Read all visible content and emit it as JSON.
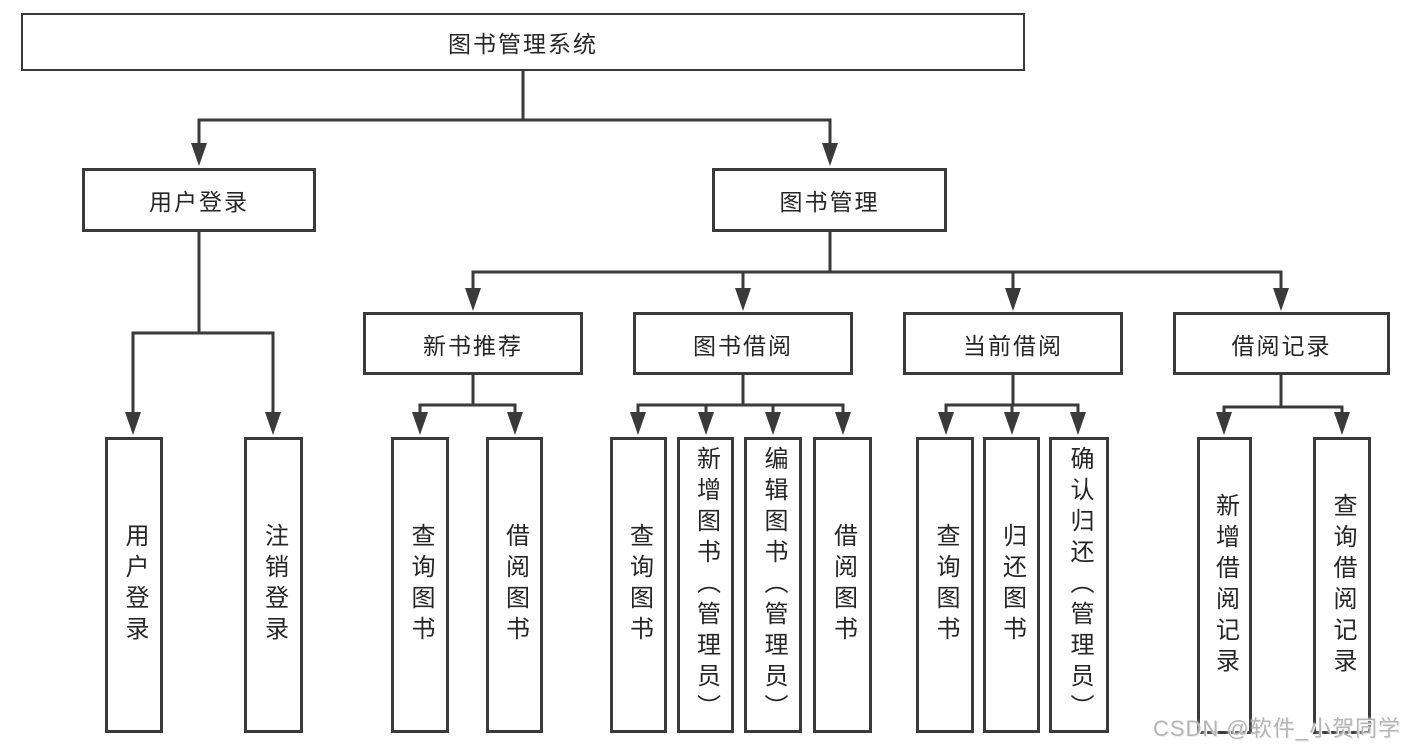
{
  "tree": {
    "label": "图书管理系统",
    "children": [
      {
        "label": "用户登录",
        "children": [
          {
            "label": "用户登录"
          },
          {
            "label": "注销登录"
          }
        ]
      },
      {
        "label": "图书管理",
        "children": [
          {
            "label": "新书推荐",
            "children": [
              {
                "label": "查询图书"
              },
              {
                "label": "借阅图书"
              }
            ]
          },
          {
            "label": "图书借阅",
            "children": [
              {
                "label": "查询图书"
              },
              {
                "label": "新增图书（管理员）"
              },
              {
                "label": "编辑图书（管理员）"
              },
              {
                "label": "借阅图书"
              }
            ]
          },
          {
            "label": "当前借阅",
            "children": [
              {
                "label": "查询图书"
              },
              {
                "label": "归还图书"
              },
              {
                "label": "确认归还（管理员）"
              }
            ]
          },
          {
            "label": "借阅记录",
            "children": [
              {
                "label": "新增借阅记录"
              },
              {
                "label": "查询借阅记录"
              }
            ]
          }
        ]
      }
    ]
  },
  "watermark": {
    "text": "CSDN @软件_小贺同学"
  },
  "colors": {
    "line": "#3a3a3a",
    "border": "#3a3a3a",
    "text": "#262626",
    "watermark": "#b5b5b5",
    "background": "#ffffff"
  }
}
